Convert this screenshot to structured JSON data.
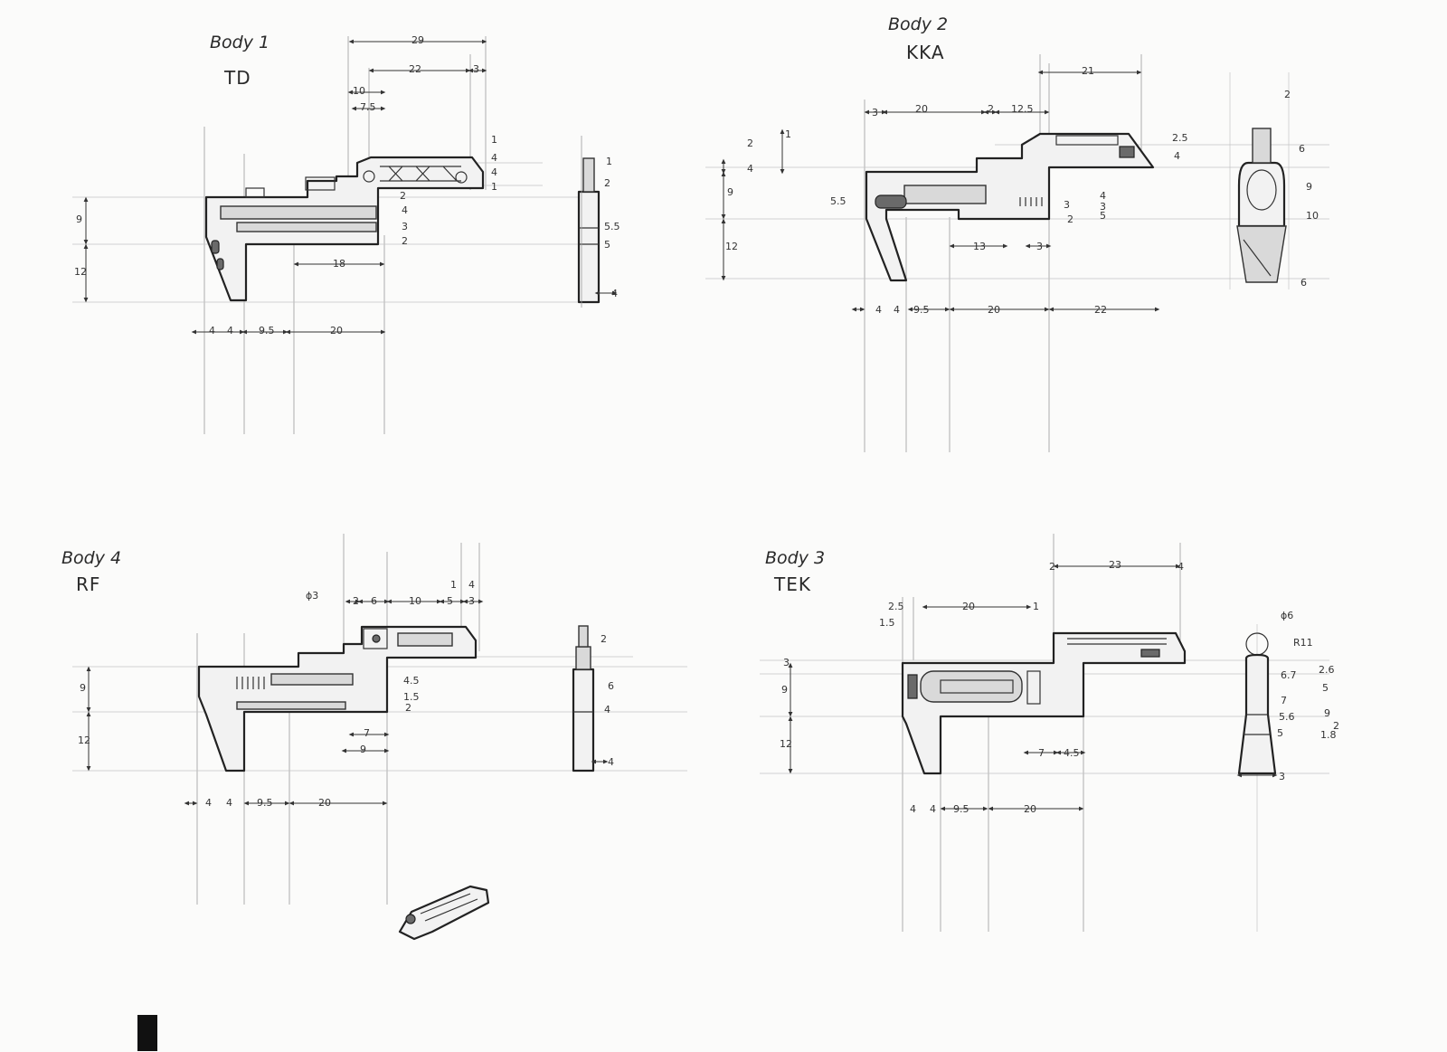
{
  "drawings": {
    "body1": {
      "title": "Body 1",
      "code": "TD",
      "top_dims": [
        "29",
        "22",
        "3",
        "10",
        "7.5"
      ],
      "right_dims": [
        "1",
        "4",
        "4",
        "1",
        "2",
        "4",
        "3",
        "2"
      ],
      "left_dims": [
        "9",
        "12"
      ],
      "inner_dims": [
        "18"
      ],
      "bottom_dims": [
        "4",
        "4",
        "9.5",
        "20"
      ],
      "end_view_dims": [
        "1",
        "2",
        "5.5",
        "5",
        "4"
      ]
    },
    "body2": {
      "title": "Body 2",
      "code": "KKA",
      "top_dims": [
        "21",
        "3",
        "20",
        "2",
        "12.5"
      ],
      "right_dims": [
        "2.5",
        "4",
        "3",
        "4",
        "3",
        "5",
        "2"
      ],
      "left_dims": [
        "2",
        "1",
        "4",
        "9",
        "12",
        "5.5"
      ],
      "inner_dims": [
        "13",
        "3"
      ],
      "bottom_dims": [
        "4",
        "4",
        "9.5",
        "20",
        "22"
      ],
      "end_view_dims": [
        "2",
        "6",
        "9",
        "10",
        "6"
      ]
    },
    "body4": {
      "title": "Body 4",
      "code": "RF",
      "top_dims": [
        "ϕ3",
        "2",
        "6",
        "10",
        "5",
        "1",
        "4",
        "3"
      ],
      "right_dims": [
        "4.5",
        "1.5",
        "2"
      ],
      "left_dims": [
        "9",
        "12"
      ],
      "inner_dims": [
        "7",
        "9"
      ],
      "bottom_dims": [
        "4",
        "4",
        "9.5",
        "20"
      ],
      "end_view_dims": [
        "2",
        "6",
        "4",
        "4"
      ]
    },
    "body3": {
      "title": "Body 3",
      "code": "TEK",
      "top_dims": [
        "2",
        "23",
        "4",
        "2.5",
        "20",
        "1",
        "1.5"
      ],
      "left_dims": [
        "3",
        "9",
        "12"
      ],
      "inner_dims": [
        "7",
        "4.5"
      ],
      "bottom_dims": [
        "4",
        "4",
        "9.5",
        "20"
      ],
      "end_view_dims": [
        "ϕ6",
        "R11",
        "6.7",
        "2.6",
        "5",
        "7",
        "9",
        "5.6",
        "5",
        "1.8",
        "2",
        "3"
      ]
    }
  }
}
